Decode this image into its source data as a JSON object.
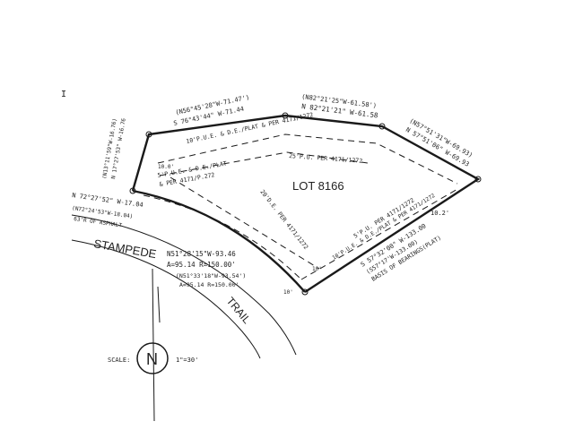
{
  "lot": {
    "label": "LOT 8166"
  },
  "streets": {
    "name_1": "STAMPEDE",
    "name_2": "TRAIL"
  },
  "north_arrow": {
    "letter": "N",
    "scale_label": "SCALE:",
    "scale_value": "1\"=30'"
  },
  "bearings": {
    "top_left_plat": "(N56°45'28\"W-71.47')",
    "top_left": "S 76°43'44\" W-71.44",
    "top_mid_plat": "(N82°21'25\"W-61.58')",
    "top_mid": "N 82°21'21\" W-61.58",
    "right_plat": "(N57°51'31\"W-69.93)",
    "right": "N 57°51'06\" W-69.93",
    "left_plat": "(N13°11'59\"W-16.76)",
    "left": "N 17°27'53\" W-16.76",
    "west_plat": "(N72°24'53\"W-18.04)",
    "west": "N 72°27'52\" W-17.04",
    "chord": "N51°28'15\"W-93.46",
    "arc": "A=95.14  R=150.00'",
    "arc_plat_1": "(N51°33'18\"W-93.54')",
    "arc_plat_2": "A=95.14  R=150.00'",
    "south_1": "S 57°32'00\" W-133.00",
    "south_2": "(S57°17'W-133.00)",
    "south_3": "BASIS OF BEARINGS(PLAT)"
  },
  "easements": {
    "top": "10'P.U.E. & D.E./PLAT & PER 4171/1272",
    "inner_top": "25'P.U. PER 4171/1272",
    "left_1": "5'P.U.E. & D.E./PLAT",
    "left_2": "& PER 4171/P.272",
    "diagonal": "20'D.E. PER 4171/1272",
    "south_1": "5'P.U. PER 4171/1272",
    "south_2": "10'P.U.E. & D.E./PLAT & PER 4171/1272",
    "row": "63'R OF ASPHALT"
  },
  "dims": {
    "d1": "10.2'",
    "d2": "10.0'",
    "d3": "10'",
    "d4": "10'"
  },
  "mark": "I"
}
